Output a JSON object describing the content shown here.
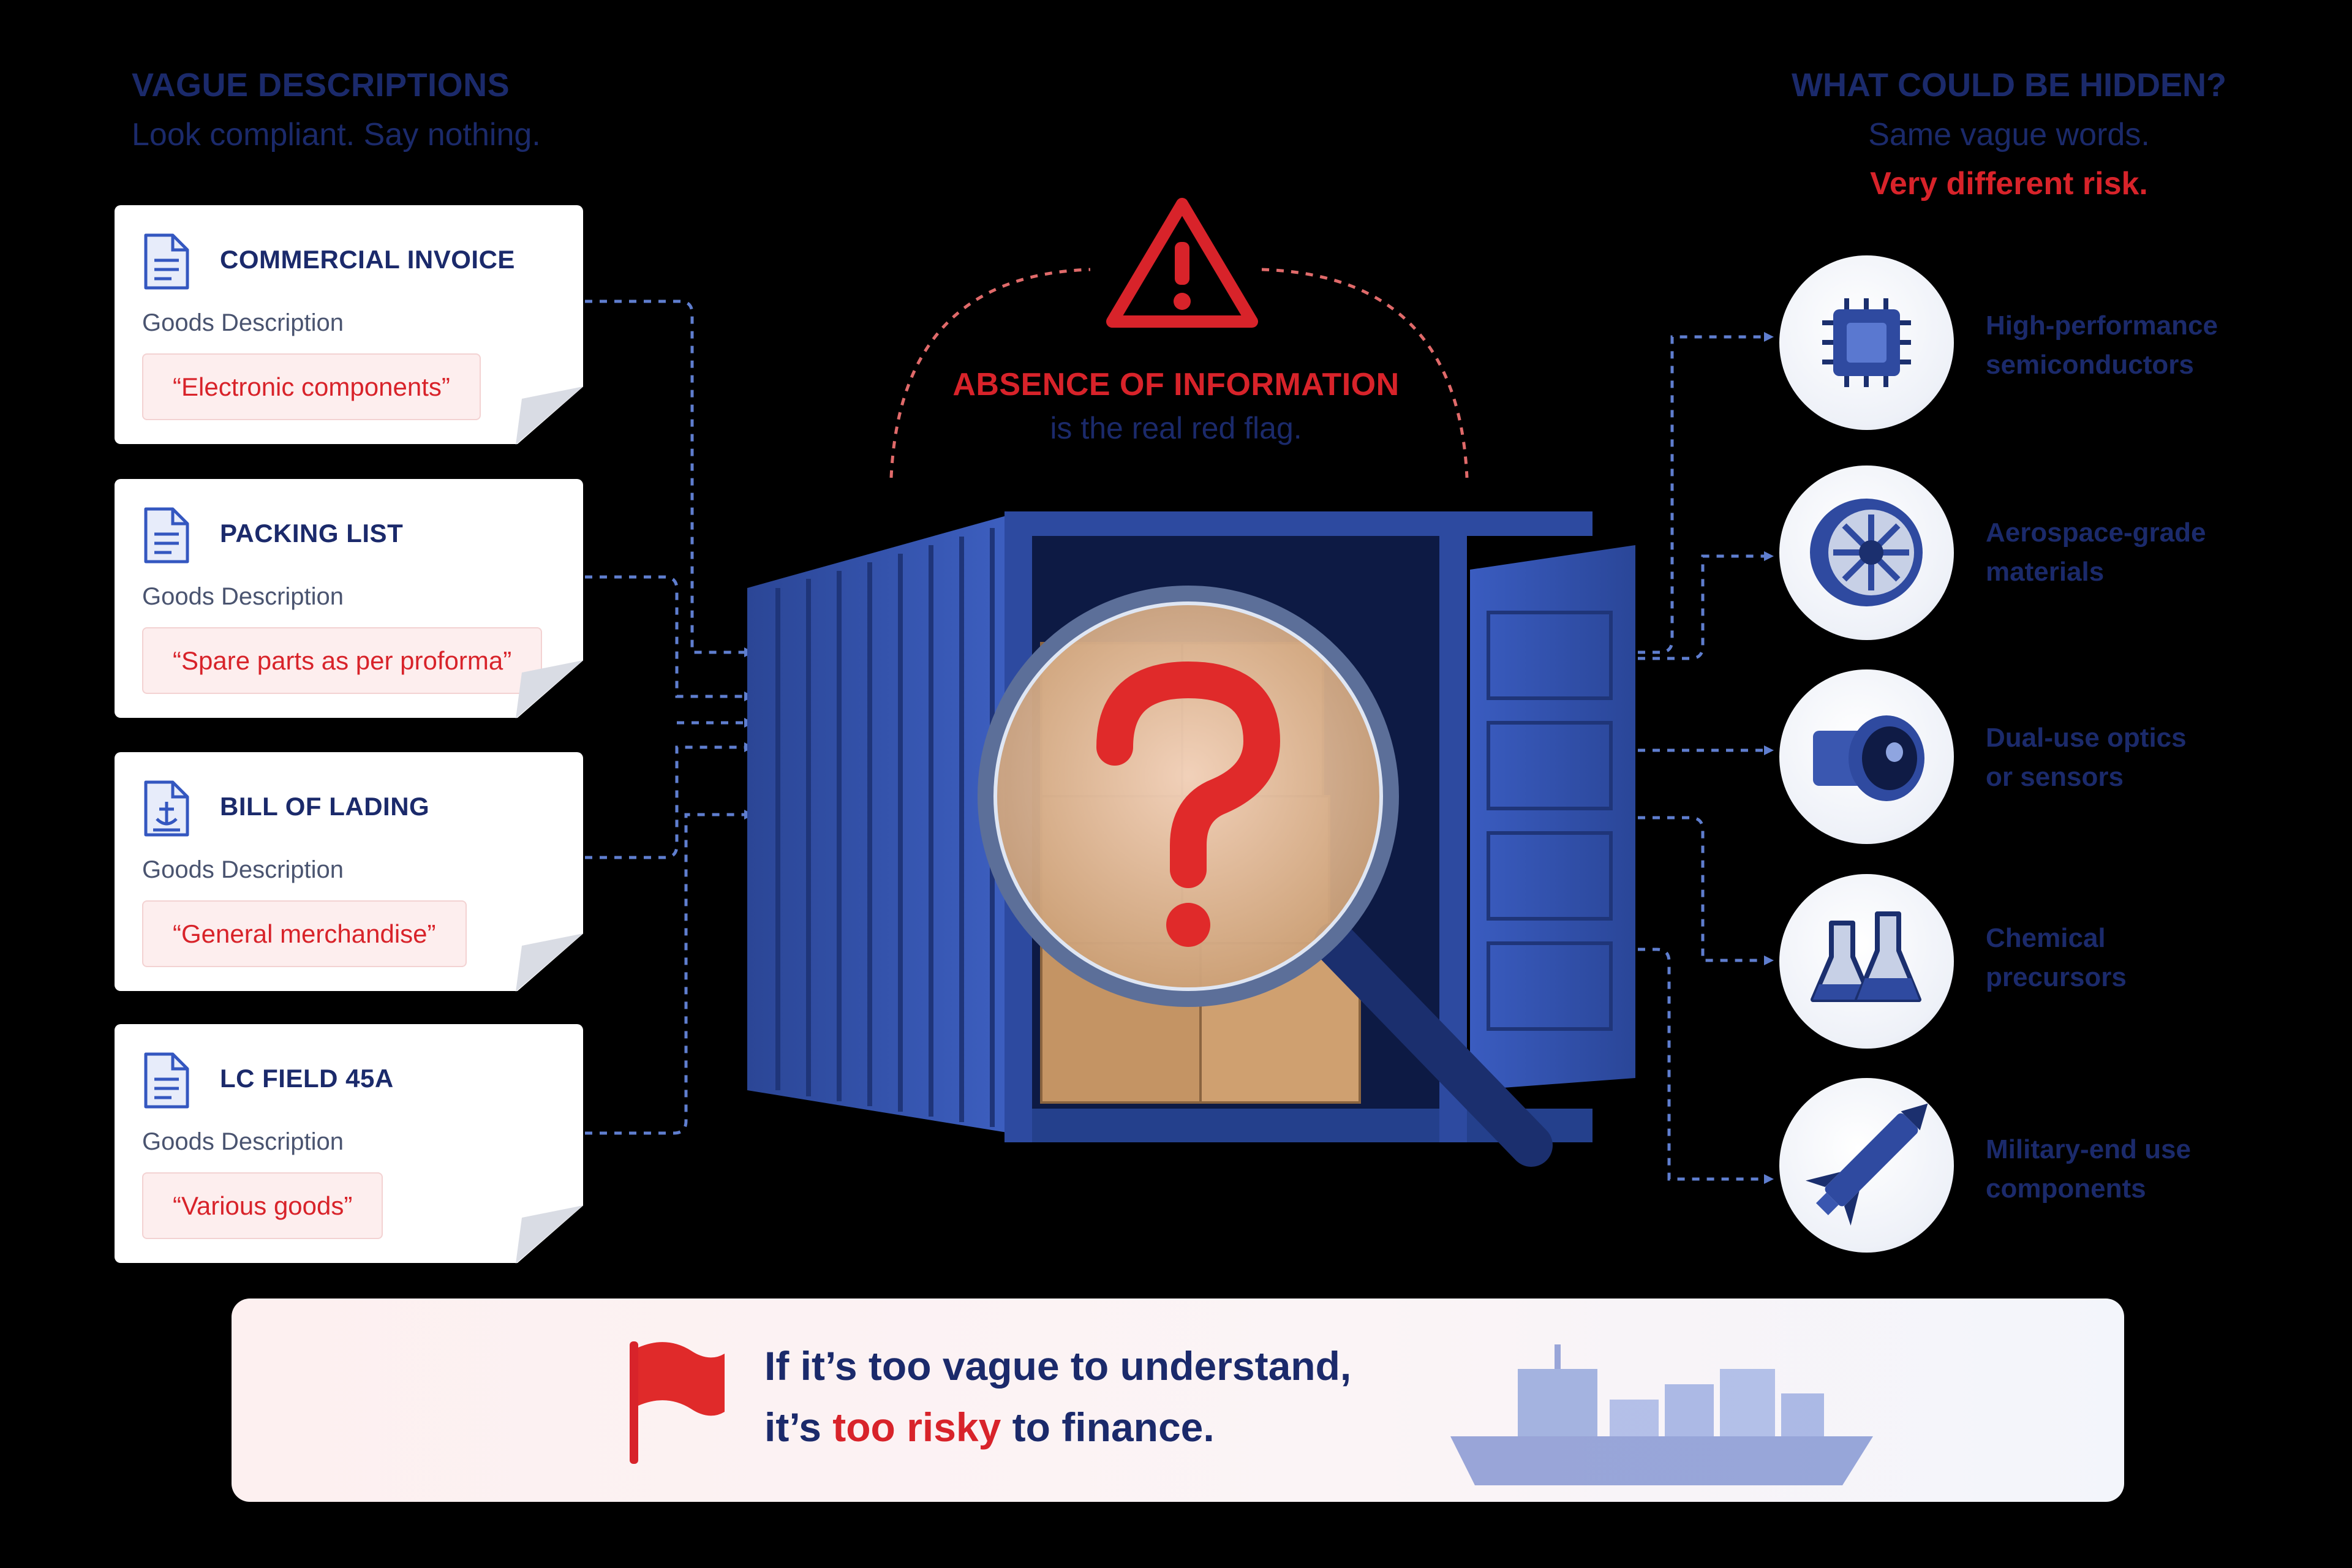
{
  "left_header": {
    "title": "VAGUE DESCRIPTIONS",
    "subtitle": "Look compliant. Say nothing."
  },
  "right_header": {
    "title": "WHAT COULD BE HIDDEN?",
    "subtitle": "Same vague words.",
    "emphasis": "Very different risk."
  },
  "documents": [
    {
      "title": "COMMERCIAL INVOICE",
      "label": "Goods Description",
      "value": "“Electronic components”",
      "icon": "document-icon"
    },
    {
      "title": "PACKING LIST",
      "label": "Goods Description",
      "value": "“Spare parts as per proforma”",
      "icon": "document-icon"
    },
    {
      "title": "BILL OF LADING",
      "label": "Goods Description",
      "value": "“General merchandise”",
      "icon": "bill-of-lading-icon"
    },
    {
      "title": "LC FIELD 45A",
      "label": "Goods Description",
      "value": "“Various goods”",
      "icon": "document-icon"
    }
  ],
  "center": {
    "warning_title": "ABSENCE OF INFORMATION",
    "warning_subtitle": "is the real red flag.",
    "icons": [
      "warning-triangle-icon",
      "shipping-container",
      "magnifying-glass-icon",
      "question-mark-icon"
    ]
  },
  "risks": [
    {
      "line1": "High-performance",
      "line2": "semiconductors",
      "icon": "microchip-icon"
    },
    {
      "line1": "Aerospace-grade",
      "line2": "materials",
      "icon": "turbine-icon"
    },
    {
      "line1": "Dual-use optics",
      "line2": "or sensors",
      "icon": "camera-lens-icon"
    },
    {
      "line1": "Chemical",
      "line2": "precursors",
      "icon": "flask-icon"
    },
    {
      "line1": "Military-end use",
      "line2": "components",
      "icon": "missile-icon"
    }
  ],
  "banner": {
    "line1": "If it’s too vague to understand,",
    "line2_prefix": "it’s ",
    "line2_emphasis": "too risky",
    "line2_suffix": " to finance.",
    "icons": [
      "red-flag-icon",
      "cargo-ship-icon"
    ]
  },
  "colors": {
    "navy": "#1b2a6b",
    "red": "#d8232a",
    "container_blue": "#2f4fa8",
    "connector": "#5f7ecf"
  }
}
